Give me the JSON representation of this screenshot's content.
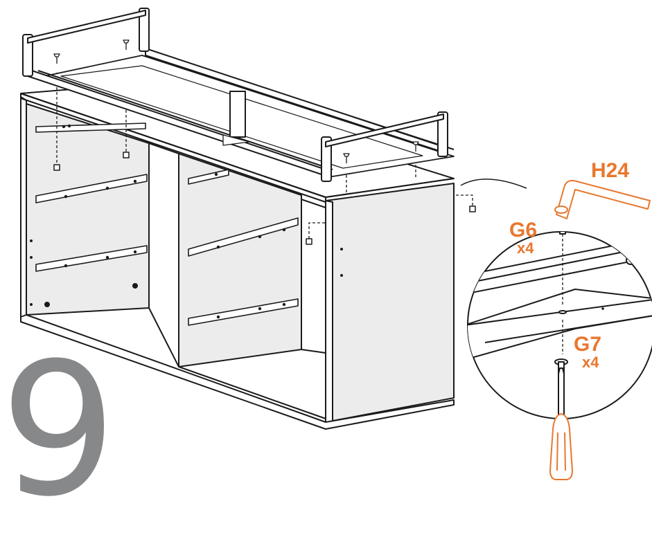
{
  "step": {
    "number": "9"
  },
  "parts": {
    "tool": {
      "code": "H24"
    },
    "upper_screw": {
      "code": "G6",
      "quantity": "x4"
    },
    "lower_screw": {
      "code": "G7",
      "quantity": "x4"
    }
  },
  "colors": {
    "accent": "#e8772e",
    "step_number": "#87888a",
    "panel_fill": "#ececec",
    "line": "#1a1a1a"
  },
  "icons": [
    "allen-key-icon",
    "screwdriver-icon",
    "screw-icon"
  ]
}
